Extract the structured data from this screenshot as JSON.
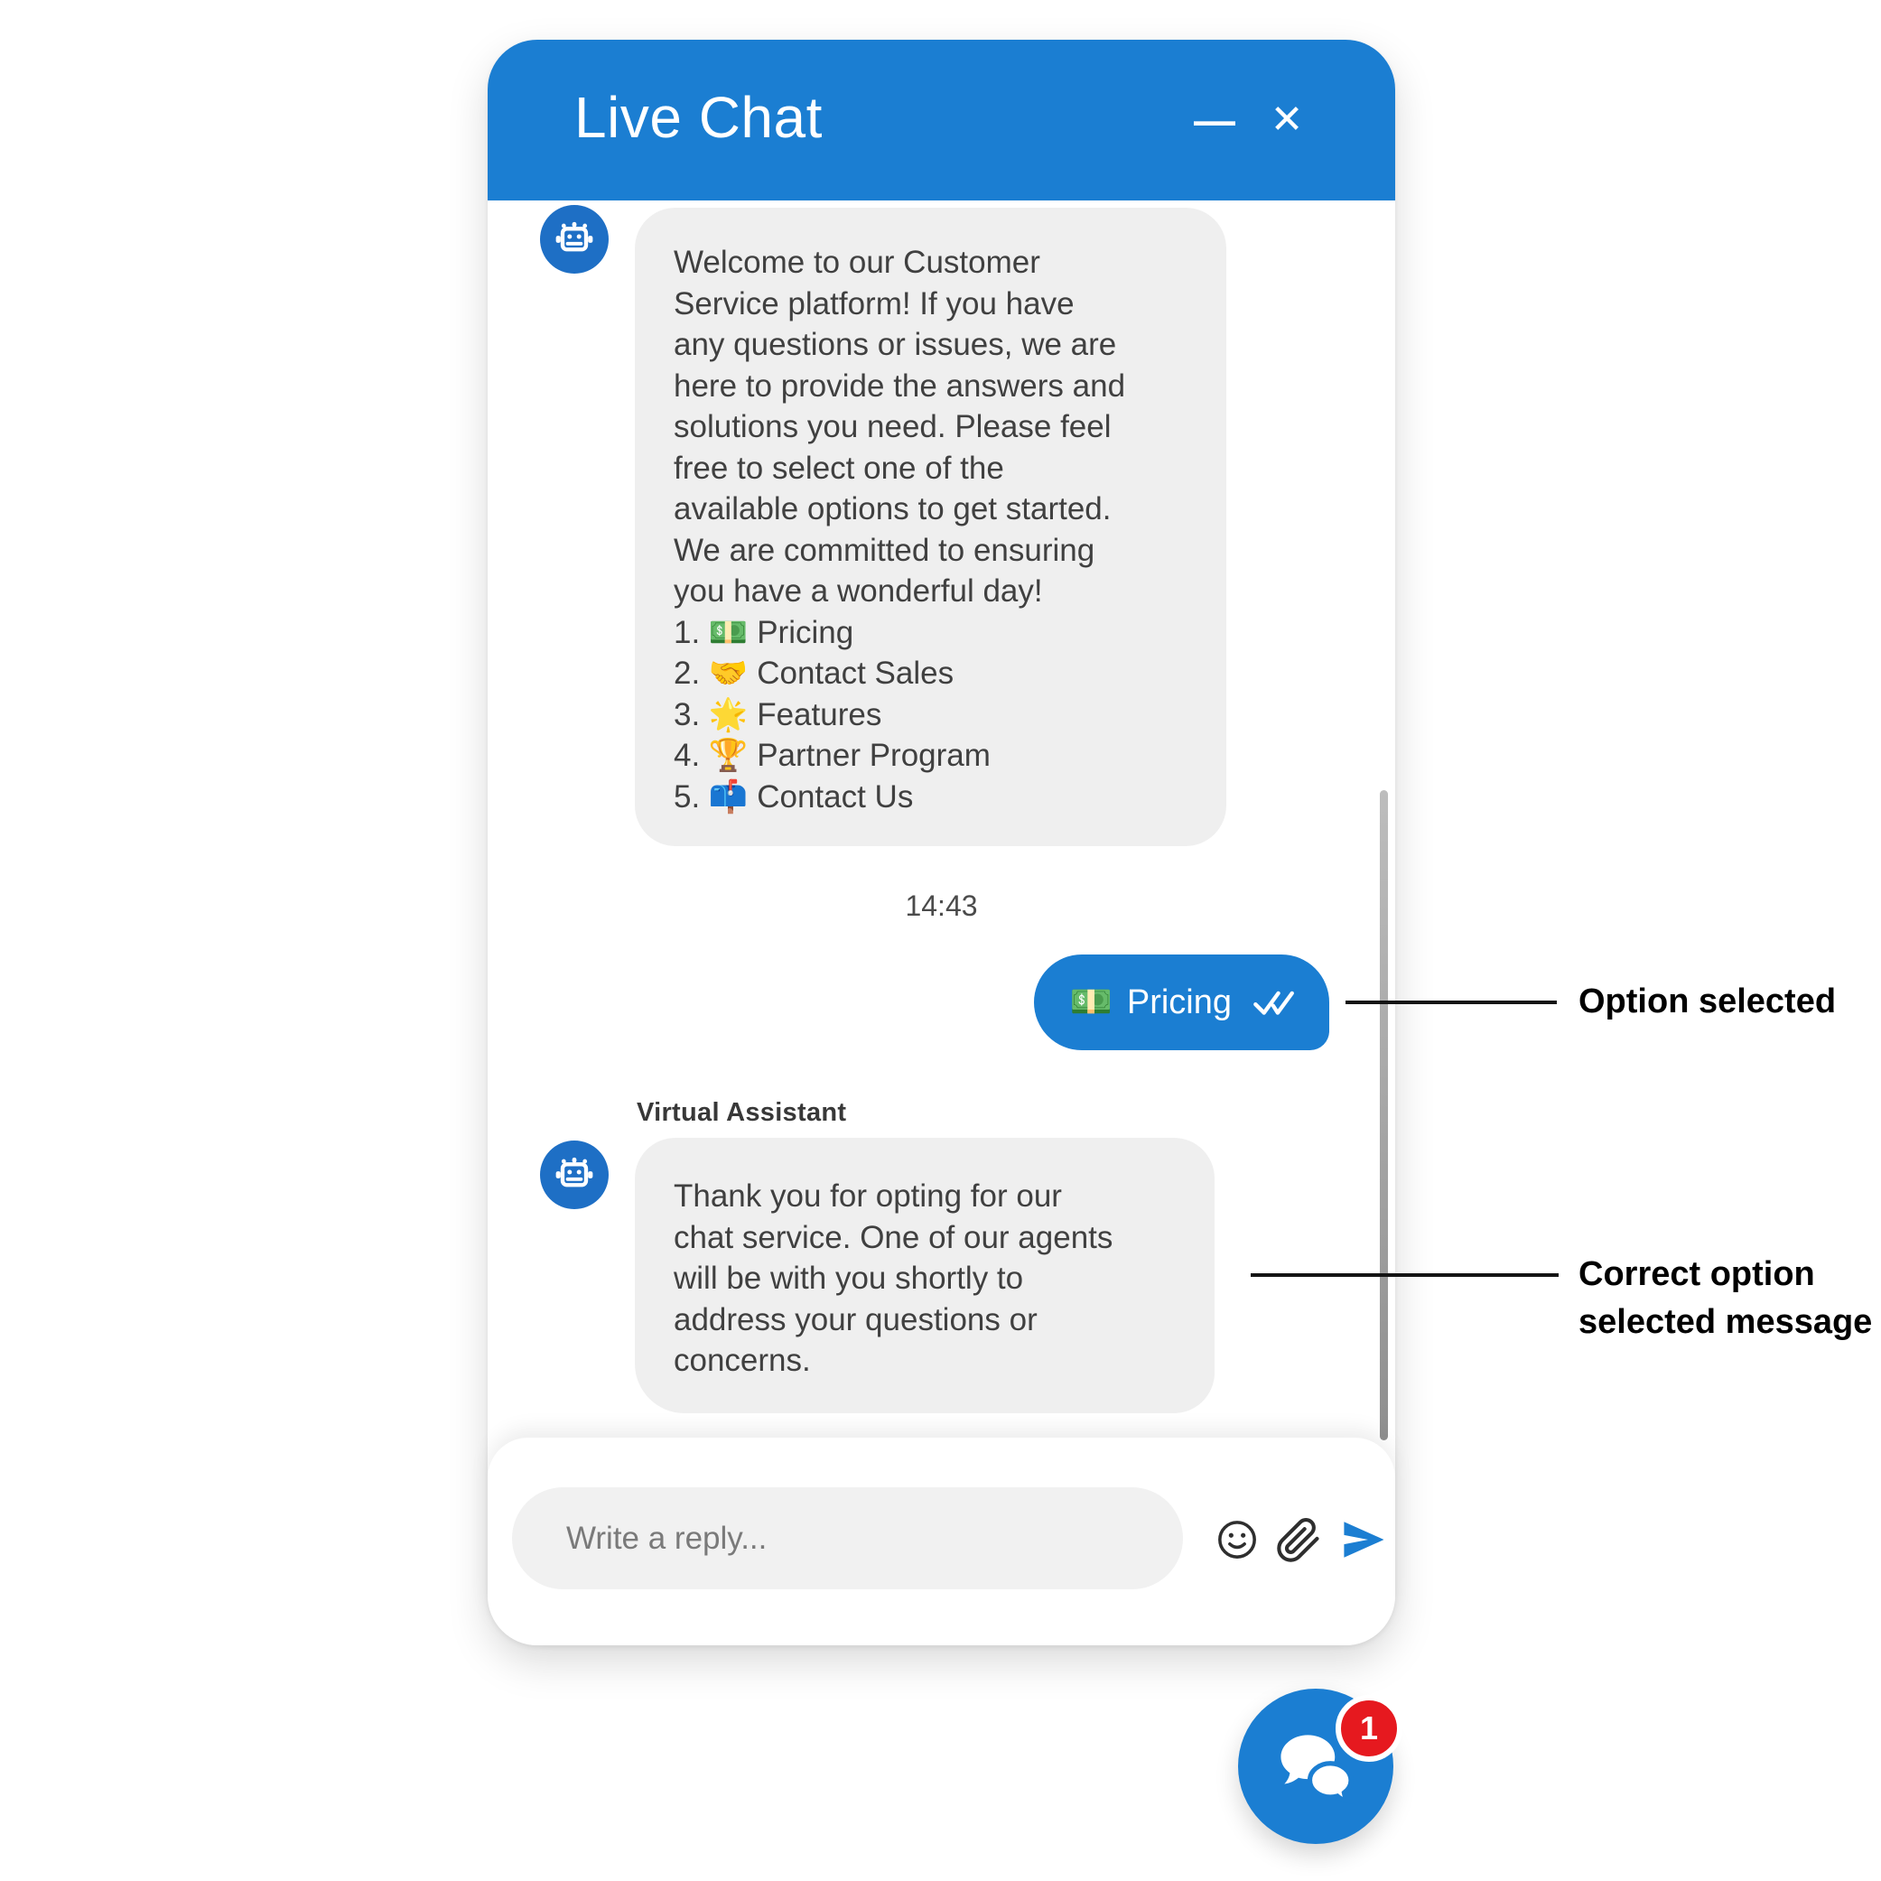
{
  "header": {
    "title": "Live Chat",
    "minimize_glyph": "—",
    "close_glyph": "✕"
  },
  "colors": {
    "primary": "#1b7ed2",
    "bubble_gray": "#efefef",
    "badge_red": "#e6191f"
  },
  "conversation": {
    "assistant_name": "Virtual Assistant",
    "welcome_message": "Welcome to our Customer\nService platform! If you have\nany questions or issues, we are\nhere to provide the answers and\nsolutions you need. Please feel\nfree to select one of the\navailable options to get started.\nWe are committed to ensuring\nyou have a wonderful day!\n1. 💵 Pricing\n2. 🤝 Contact Sales\n3. 🌟 Features\n4. 🏆 Partner Program\n5. 📫 Contact Us",
    "timestamp": "14:43",
    "user_reply": {
      "emoji": "💵",
      "label": "Pricing"
    },
    "followup_message": "Thank you for opting for our\nchat service. One of our agents\nwill be with you shortly to\naddress your questions or\nconcerns."
  },
  "composer": {
    "placeholder": "Write a reply..."
  },
  "launcher": {
    "unread_count": "1"
  },
  "annotations": {
    "option_selected": "Option selected",
    "correct_option": "Correct option\nselected message"
  }
}
